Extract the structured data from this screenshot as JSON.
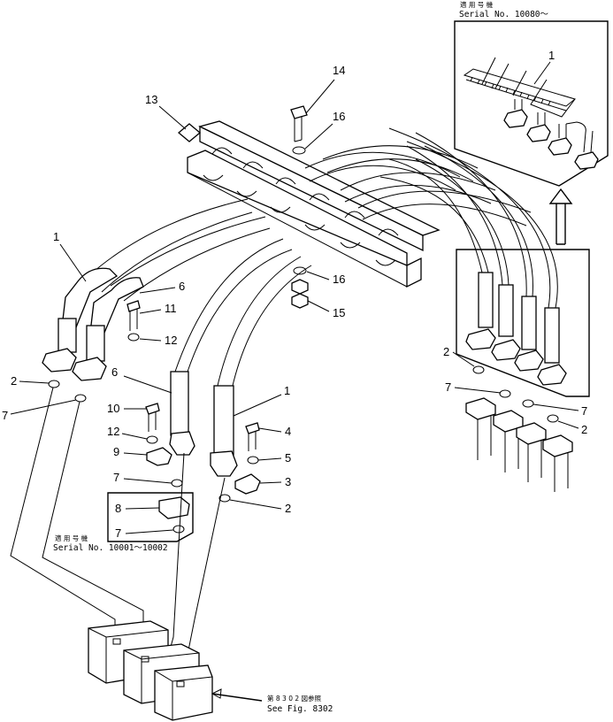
{
  "callouts": {
    "c1_left": "1",
    "c1_center": "1",
    "c1_inset": "1",
    "c2_left": "2",
    "c2_center": "2",
    "c2_right": "2",
    "c2_right_low": "2",
    "c3": "3",
    "c4": "4",
    "c5": "5",
    "c6_upper": "6",
    "c6_lower": "6",
    "c7_left": "7",
    "c7_center": "7",
    "c7_box": "7",
    "c7_right_a": "7",
    "c7_right_b": "7",
    "c8": "8",
    "c9": "9",
    "c10": "10",
    "c11": "11",
    "c12_upper": "12",
    "c12_lower": "12",
    "c13": "13",
    "c14": "14",
    "c15": "15",
    "c16_upper": "16",
    "c16_lower": "16"
  },
  "notes": {
    "inset_jp": "適 用 号 機",
    "inset_serial": "Serial No. 10080～",
    "box_jp": "適 用 号 機",
    "box_serial": "Serial No. 10001～10002",
    "ref_jp": "第 8 3 0 2 図参照",
    "ref_fig": "See Fig. 8302"
  }
}
